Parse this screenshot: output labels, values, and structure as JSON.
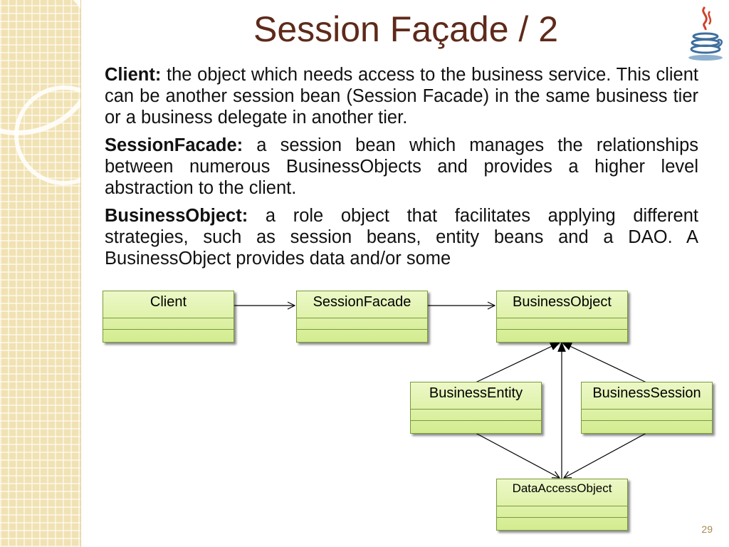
{
  "slide": {
    "title": "Session Façade / 2",
    "page_number": "29",
    "paragraphs": [
      {
        "term": "Client:",
        "text": " the object which needs access to the business service. This client can be another session bean (Session Facade) in the same business tier or a business delegate in another tier."
      },
      {
        "term": "SessionFacade:",
        "text": "  a session bean which manages the relationships between numerous BusinessObjects and provides a higher level abstraction to the client."
      },
      {
        "term": "BusinessObject:",
        "text": " a role object that facilitates applying different strategies, such as session beans, entity beans and a DAO. A BusinessObject provides data and/or some"
      }
    ]
  },
  "diagram": {
    "classes": {
      "client": "Client",
      "session_facade": "SessionFacade",
      "business_object": "BusinessObject",
      "business_entity": "BusinessEntity",
      "business_session": "BusinessSession",
      "data_access_object": "DataAccessObject"
    },
    "relations": [
      {
        "from": "client",
        "to": "session_facade",
        "type": "association"
      },
      {
        "from": "session_facade",
        "to": "business_object",
        "type": "association"
      },
      {
        "from": "business_entity",
        "to": "business_object",
        "type": "generalization"
      },
      {
        "from": "business_session",
        "to": "business_object",
        "type": "generalization"
      },
      {
        "from": "data_access_object",
        "to": "business_object",
        "type": "generalization"
      },
      {
        "from": "business_entity",
        "to": "data_access_object",
        "type": "association"
      },
      {
        "from": "business_session",
        "to": "data_access_object",
        "type": "association"
      }
    ]
  },
  "colors": {
    "title": "#5e2a1a",
    "class_fill_top": "#ecf8c7",
    "class_fill_bottom": "#d3ec8f",
    "class_border": "#7a9a3c",
    "page_number": "#a88a4e"
  },
  "icons": {
    "logo": "java-coffee-cup-icon"
  }
}
